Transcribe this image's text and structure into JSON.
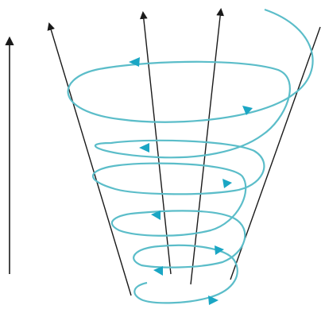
{
  "diagram": {
    "kind": "spiral-cone",
    "colors": {
      "background": "#ffffff",
      "arrow_line": "#1a1a1a",
      "spiral": "#5bbdc9",
      "spiral_arrowhead": "#1aa6c4"
    },
    "radial_arrows": 4,
    "spiral_turns": 4,
    "has_side_axis_arrow": true,
    "labels": []
  }
}
